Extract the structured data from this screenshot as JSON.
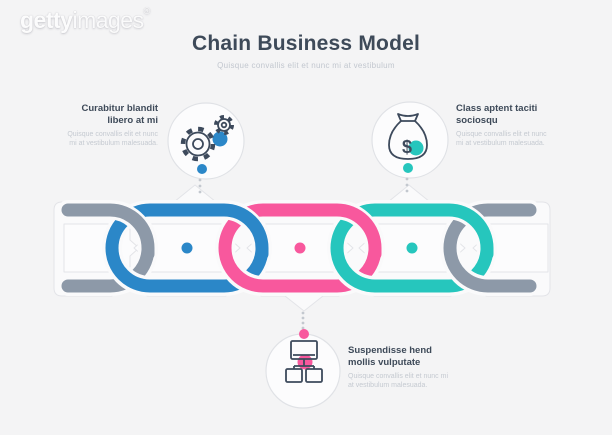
{
  "watermark": {
    "brand_bold": "getty",
    "brand_light": "images",
    "registered_mark": "®"
  },
  "header": {
    "title": "Chain Business Model",
    "subtitle": "Quisque convallis elit et nunc mi at vestibulum"
  },
  "callouts": {
    "left": {
      "title": "Curabitur blandit libero at mi",
      "body": "Quisque convallis elit et nunc mi at vestibulum malesuada.",
      "icon": "gears-icon",
      "accent_color": "#2b87c8"
    },
    "right": {
      "title": "Class aptent taciti sociosqu",
      "body": "Quisque convallis elit et nunc mi at vestibulum malesuada.",
      "icon": "money-bag-icon",
      "accent_color": "#26c6bd",
      "currency_glyph": "$"
    },
    "bottom": {
      "title": "Suspendisse hend mollis vulputate",
      "body": "Quisque convallis elit et nunc mi at vestibulum malesuada.",
      "icon": "sitemap-icon",
      "accent_color": "#f8589d"
    }
  },
  "chain": {
    "links": [
      {
        "name": "left-gray-link",
        "color": "#8d99a8",
        "dot": false
      },
      {
        "name": "blue-link",
        "color": "#2b87c8",
        "dot": true
      },
      {
        "name": "pink-link",
        "color": "#f8589d",
        "dot": true
      },
      {
        "name": "teal-link",
        "color": "#26c6bd",
        "dot": true
      },
      {
        "name": "right-gray-link",
        "color": "#8d99a8",
        "dot": false
      }
    ]
  },
  "colors": {
    "background": "#f4f4f5",
    "heading_text": "#3e4a59",
    "muted_text": "#c5cad1",
    "outline": "#e3e4e8",
    "silhouette_fill": "#fafafb",
    "icon_stroke": "#3d4a5c",
    "connector_dot": "#c3c8cf"
  }
}
